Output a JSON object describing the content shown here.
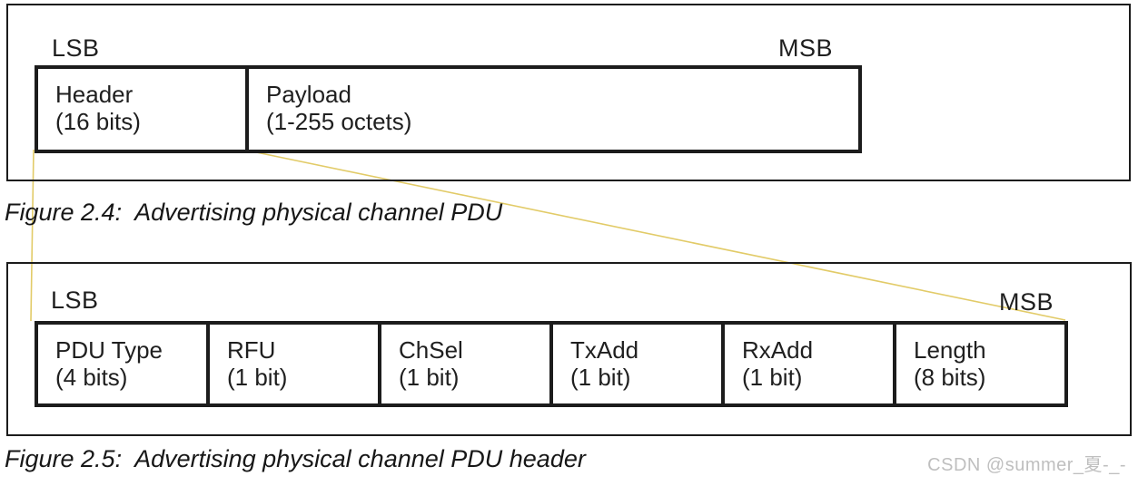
{
  "figure_top": {
    "lsb_label": "LSB",
    "msb_label": "MSB",
    "cells": [
      {
        "name": "Header",
        "size": "(16 bits)"
      },
      {
        "name": "Payload",
        "size": "(1-255 octets)"
      }
    ],
    "caption": "Figure 2.4:  Advertising physical channel PDU"
  },
  "figure_bottom": {
    "lsb_label": "LSB",
    "msb_label": "MSB",
    "cells": [
      {
        "name": "PDU Type",
        "size": "(4 bits)"
      },
      {
        "name": "RFU",
        "size": "(1 bit)"
      },
      {
        "name": "ChSel",
        "size": "(1 bit)"
      },
      {
        "name": "TxAdd",
        "size": "(1 bit)"
      },
      {
        "name": "RxAdd",
        "size": "(1 bit)"
      },
      {
        "name": "Length",
        "size": "(8 bits)"
      }
    ],
    "caption": "Figure 2.5:  Advertising physical channel PDU header"
  },
  "watermark": "CSDN @summer_夏-_-",
  "colors": {
    "connector_line": "#e2cb68",
    "border": "#1c1c1c",
    "text": "#1f1f1f",
    "watermark": "#bfbfbf"
  }
}
